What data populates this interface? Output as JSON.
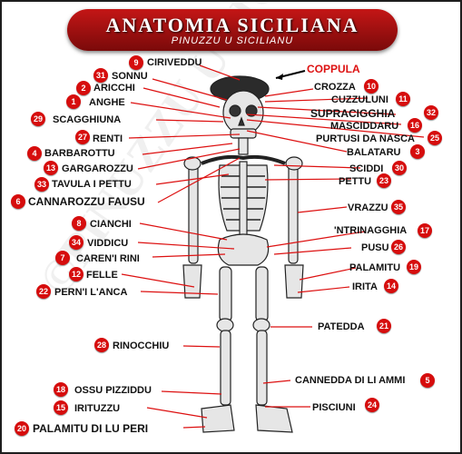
{
  "title": "ANATOMIA SICILIANA",
  "subtitle": "PINUZZU U SICILIANU",
  "watermark": "©PINUZZU U SICILIANU",
  "colors": {
    "banner": "#b01010",
    "badge": "#d60d0d",
    "highlight": "#d11111",
    "bone": "#e8e8e8"
  },
  "labels": [
    {
      "num": "9",
      "text": "CIRIVEDDU"
    },
    {
      "num": "",
      "text": "COPPULA"
    },
    {
      "num": "31",
      "text": "SONNU"
    },
    {
      "num": "2",
      "text": "ARICCHI"
    },
    {
      "num": "10",
      "text": "CROZZA"
    },
    {
      "num": "1",
      "text": "ANGHE"
    },
    {
      "num": "11",
      "text": "CUZZULUNI"
    },
    {
      "num": "32",
      "text": "SUPRACIGGHIA"
    },
    {
      "num": "29",
      "text": "SCAGGHIUNA"
    },
    {
      "num": "16",
      "text": "MASCIDDARU"
    },
    {
      "num": "27",
      "text": "RENTI"
    },
    {
      "num": "25",
      "text": "PURTUSI DA NASCA"
    },
    {
      "num": "4",
      "text": "BARBAROTTU"
    },
    {
      "num": "3",
      "text": "BALATARU"
    },
    {
      "num": "13",
      "text": "GARGAROZZU"
    },
    {
      "num": "30",
      "text": "SCIDDI"
    },
    {
      "num": "33",
      "text": "TAVULA I PETTU"
    },
    {
      "num": "23",
      "text": "PETTU"
    },
    {
      "num": "6",
      "text": "CANNAROZZU FAUSU"
    },
    {
      "num": "35",
      "text": "VRAZZU"
    },
    {
      "num": "8",
      "text": "CIANCHI"
    },
    {
      "num": "17",
      "text": "'NTRINAGGHIA"
    },
    {
      "num": "34",
      "text": "VIDDICU"
    },
    {
      "num": "26",
      "text": "PUSU"
    },
    {
      "num": "7",
      "text": "CAREN'I RINI"
    },
    {
      "num": "19",
      "text": "PALAMITU"
    },
    {
      "num": "12",
      "text": "FELLE"
    },
    {
      "num": "14",
      "text": "IRITA"
    },
    {
      "num": "22",
      "text": "PERN'I L'ANCA"
    },
    {
      "num": "21",
      "text": "PATEDDA"
    },
    {
      "num": "28",
      "text": "RINOCCHIU"
    },
    {
      "num": "5",
      "text": "CANNEDDA DI LI AMMI"
    },
    {
      "num": "18",
      "text": "OSSU PIZZIDDU"
    },
    {
      "num": "15",
      "text": "IRITUZZU"
    },
    {
      "num": "24",
      "text": "PISCIUNI"
    },
    {
      "num": "20",
      "text": "PALAMITU DI LU PERI"
    }
  ]
}
